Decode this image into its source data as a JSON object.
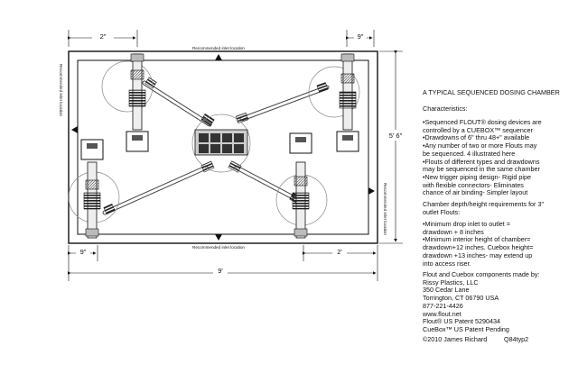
{
  "diagram": {
    "dimensions": {
      "top_left": "2\"",
      "top_right": "9\"",
      "bottom_left": "9\"",
      "bottom_right": "2'",
      "overall_length": "9'",
      "overall_height": "5' 6\""
    },
    "notes": {
      "inlet_top": "Recommended inlet location",
      "inlet_bottom": "Recommended inlet location",
      "inlet_left": "Recommended inlet location",
      "inlet_right": "Recommended inlet location"
    }
  },
  "panel": {
    "title": "A TYPICAL SEQUENCED DOSING CHAMBER",
    "characteristics_heading": "Characteristics:",
    "characteristics": [
      "•Sequenced FLOUT® dosing devices are",
      "controlled by a CUEBOX™ sequencer",
      "•Drawdowns of 6\" thru 48+\" available",
      "•Any number of two or more Flouts may",
      "be sequenced. 4 illustrated here",
      "•Flouts of different types and drawdowns",
      "may be sequenced in the same chamber",
      "•New trigger piping design- Rigid pipe",
      "with flexible connectors- Eliminates",
      "chance of air binding- Simpler layout"
    ],
    "depth_heading": [
      "Chamber depth/height requirements for 3\"",
      "outlet Flouts:"
    ],
    "depth_items": [
      "•Minimum drop inlet to outlet =",
      "drawdown + 8 inches",
      "•Minimum interior height of chamber=",
      "drawdown+12 inches. Cuebox height=",
      "drawdown +13 inches- may extend up",
      "into access riser."
    ],
    "maker": [
      "Flout and Cuebox components made by:",
      "Rissy Plastics, LLC",
      "350 Cedar Lane",
      "Torrington, CT 06790 USA",
      "877-221-4426",
      "www.flout.net",
      "Flout® US Patent 5290434",
      "CueBox™ US Patent Pending"
    ],
    "copyright": "©2010 James Richard",
    "drawing_id": "Q84typ2"
  }
}
